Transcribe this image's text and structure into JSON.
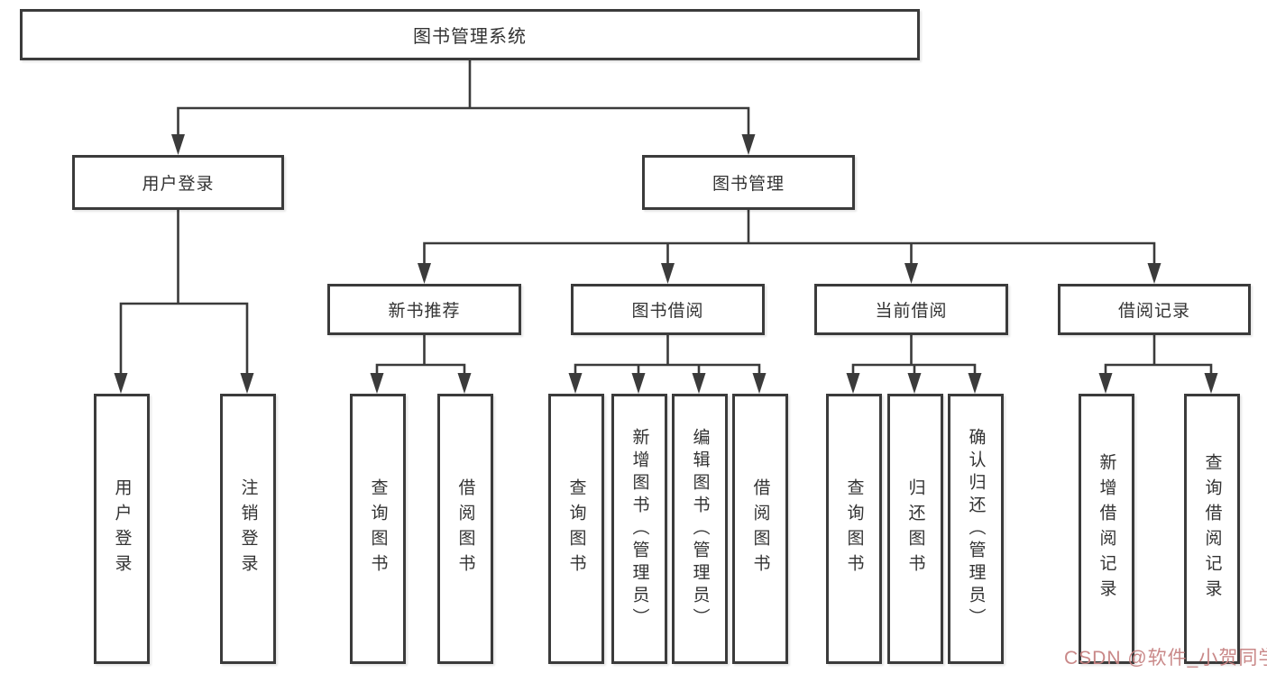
{
  "diagram": {
    "root": {
      "label": "图书管理系统"
    },
    "level2": {
      "user_login": {
        "label": "用户登录"
      },
      "book_mgmt": {
        "label": "图书管理"
      }
    },
    "user_login_children": [
      {
        "label": "用户登录"
      },
      {
        "label": "注销登录"
      }
    ],
    "book_mgmt_children": [
      {
        "label": "新书推荐"
      },
      {
        "label": "图书借阅"
      },
      {
        "label": "当前借阅"
      },
      {
        "label": "借阅记录"
      }
    ],
    "new_book_children": [
      {
        "label": "查询图书"
      },
      {
        "label": "借阅图书"
      }
    ],
    "borrow_children": [
      {
        "label": "查询图书"
      },
      {
        "label": "新增图书（管理员）"
      },
      {
        "label": "编辑图书（管理员）"
      },
      {
        "label": "借阅图书"
      }
    ],
    "current_children": [
      {
        "label": "查询图书"
      },
      {
        "label": "归还图书"
      },
      {
        "label": "确认归还（管理员）"
      }
    ],
    "records_children": [
      {
        "label": "新增借阅记录"
      },
      {
        "label": "查询借阅记录"
      }
    ]
  },
  "watermark": {
    "text": "CSDN @软件_小贺同学"
  },
  "colors": {
    "line": "#3b3b3b",
    "text": "#333333",
    "watermark": "#c68282",
    "background": "#ffffff"
  }
}
